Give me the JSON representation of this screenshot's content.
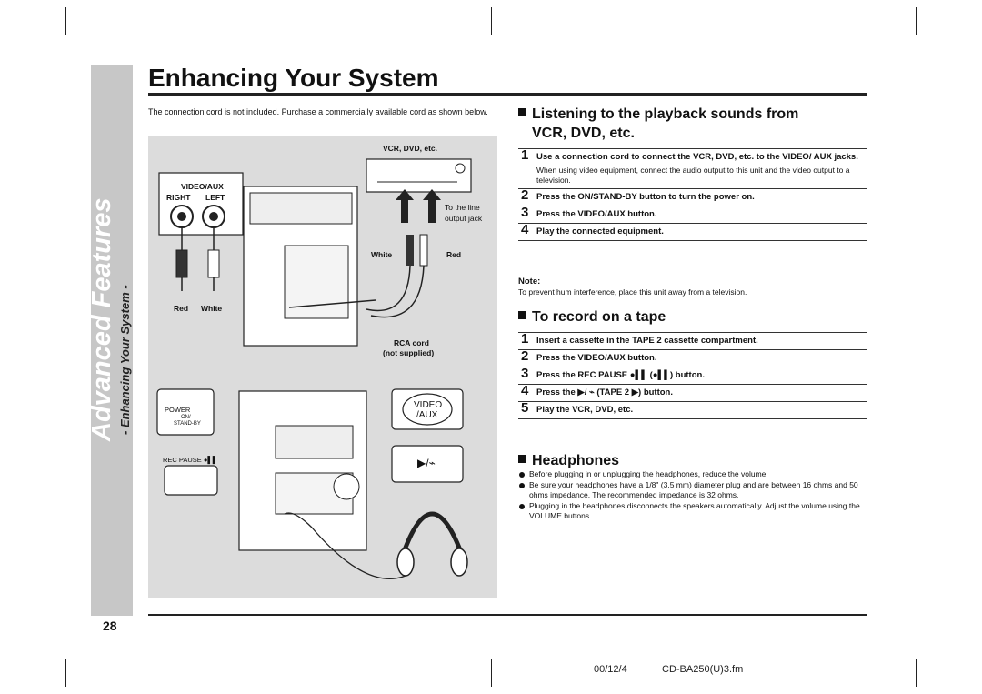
{
  "sidebar": {
    "main": "Advanced Features",
    "sub": "- Enhancing Your System -"
  },
  "page": {
    "title": "Enhancing Your System",
    "number": "28"
  },
  "intro": "The connection cord is not included. Purchase a commercially available cord as shown below.",
  "figure": {
    "vcr": "VCR, DVD, etc.",
    "video_aux": "VIDEO/AUX",
    "right": "RIGHT",
    "left": "LEFT",
    "red": "Red",
    "white": "White",
    "to_line_1": "To the line",
    "to_line_2": "output jack",
    "white2": "White",
    "red2": "Red",
    "rca_1": "RCA cord",
    "rca_2": "(not supplied)",
    "power": "POWER",
    "on": "ON/",
    "standby": "STAND-BY",
    "video_btn_1": "VIDEO",
    "video_btn_2": "/AUX",
    "rec_pause": "REC PAUSE ●▌▌",
    "play_btn": "▶/⌁"
  },
  "section1": {
    "title_1": "Listening to the playback sounds from",
    "title_2": "VCR, DVD, etc.",
    "steps": [
      {
        "num": "1",
        "text": "Use a connection cord to connect the VCR, DVD, etc. to the VIDEO/ AUX jacks.",
        "sub": "When using video equipment, connect the audio output to this unit and the video output to a television."
      },
      {
        "num": "2",
        "text": "Press the ON/STAND-BY button to turn the power on."
      },
      {
        "num": "3",
        "text": "Press the VIDEO/AUX button."
      },
      {
        "num": "4",
        "text": "Play the connected equipment."
      }
    ],
    "note_title": "Note:",
    "note_text": "To prevent hum interference, place this unit away from a television."
  },
  "section2": {
    "title": "To record on a tape",
    "steps": [
      {
        "num": "1",
        "text": "Insert a cassette in the TAPE 2 cassette compartment."
      },
      {
        "num": "2",
        "text": "Press the VIDEO/AUX button."
      },
      {
        "num": "3",
        "text": "Press the REC PAUSE ●▌▌ (●▌▌) button."
      },
      {
        "num": "4",
        "text": "Press the ▶/ ⌁ (TAPE 2 ▶) button."
      },
      {
        "num": "5",
        "text": "Play the VCR, DVD, etc."
      }
    ]
  },
  "section3": {
    "title": "Headphones",
    "bullets": [
      "Before plugging in or unplugging the headphones, reduce the volume.",
      "Be sure your headphones have a 1/8\" (3.5 mm) diameter plug and are between 16 ohms and 50 ohms impedance. The recommended impedance is 32 ohms.",
      "Plugging in the headphones disconnects the speakers automatically. Adjust the volume using the VOLUME buttons."
    ]
  },
  "footer": {
    "date": "00/12/4",
    "file": "CD-BA250(U)3.fm"
  }
}
